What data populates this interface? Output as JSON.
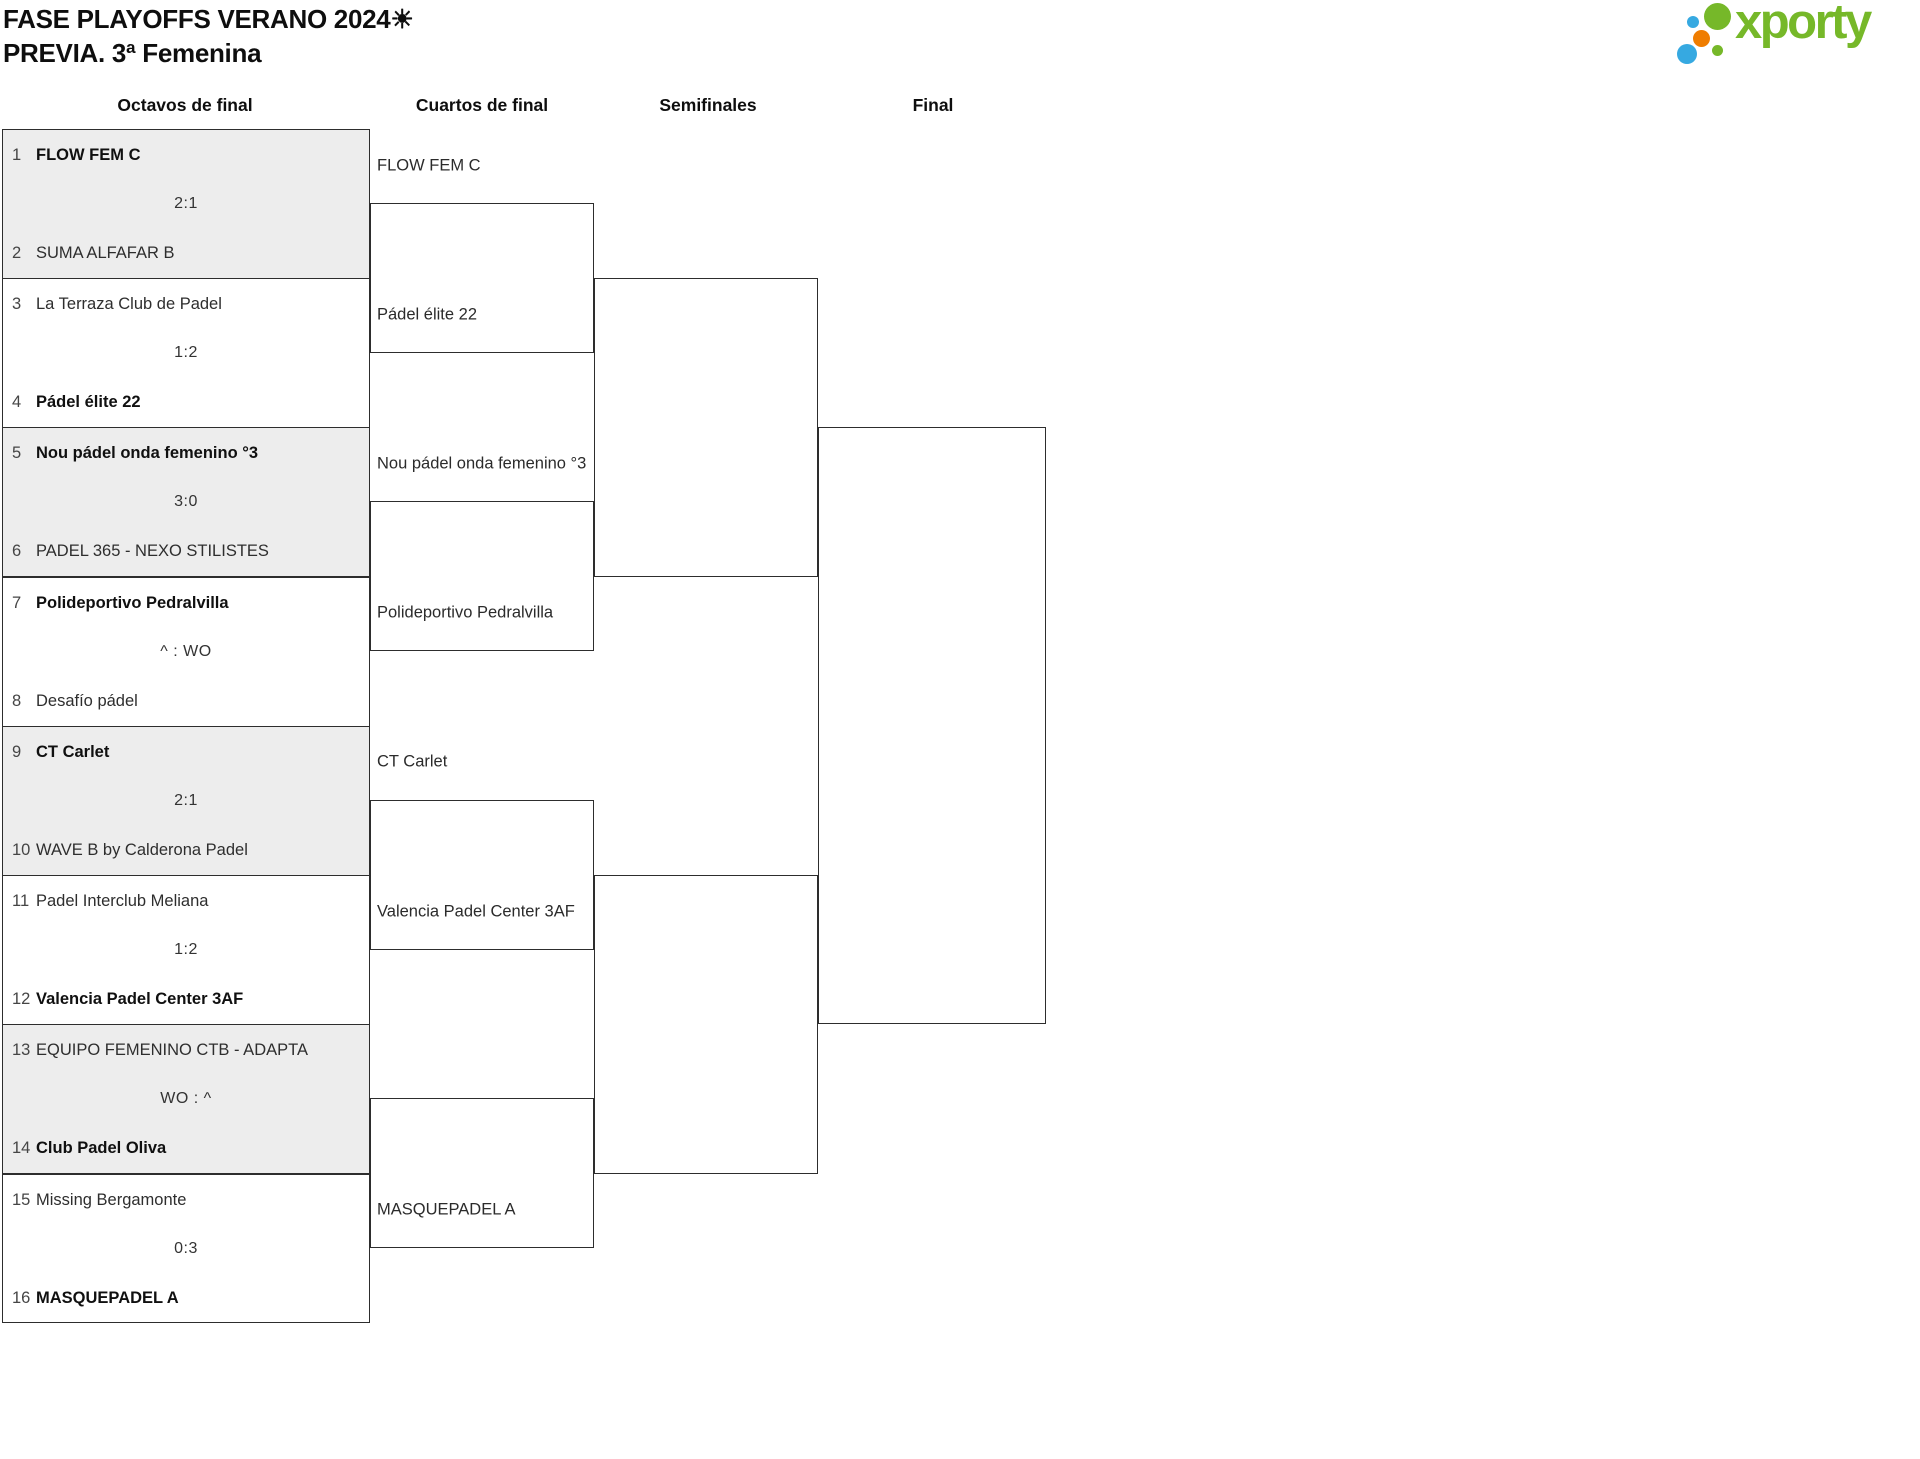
{
  "header": {
    "title_line1": "FASE PLAYOFFS VERANO 2024☀",
    "title_line2": "PREVIA. 3ª Femenina"
  },
  "logo": {
    "text": "xporty",
    "colors": {
      "green": "#76b829",
      "blue": "#36a9e1",
      "orange": "#ef7d00"
    }
  },
  "rounds": [
    {
      "label": "Octavos de final"
    },
    {
      "label": "Cuartos de final"
    },
    {
      "label": "Semifinales"
    },
    {
      "label": "Final"
    }
  ],
  "bracket": {
    "matches": [
      {
        "team1": {
          "seed": "1",
          "name": "FLOW FEM C",
          "winner": true
        },
        "score": "2:1",
        "team2": {
          "seed": "2",
          "name": "SUMA ALFAFAR B",
          "winner": false
        }
      },
      {
        "team1": {
          "seed": "3",
          "name": "La Terraza Club de Padel",
          "winner": false
        },
        "score": "1:2",
        "team2": {
          "seed": "4",
          "name": "Pádel élite 22",
          "winner": true
        }
      },
      {
        "team1": {
          "seed": "5",
          "name": "Nou pádel onda femenino °3",
          "winner": true
        },
        "score": "3:0",
        "team2": {
          "seed": "6",
          "name": "PADEL 365 - NEXO STILISTES",
          "winner": false
        }
      },
      {
        "team1": {
          "seed": "7",
          "name": "Polideportivo Pedralvilla",
          "winner": true
        },
        "score": "^ : WO",
        "team2": {
          "seed": "8",
          "name": "Desafío pádel",
          "winner": false
        }
      },
      {
        "team1": {
          "seed": "9",
          "name": "CT Carlet",
          "winner": true
        },
        "score": "2:1",
        "team2": {
          "seed": "10",
          "name": "WAVE B by Calderona Padel",
          "winner": false
        }
      },
      {
        "team1": {
          "seed": "11",
          "name": "Padel Interclub Meliana",
          "winner": false
        },
        "score": "1:2",
        "team2": {
          "seed": "12",
          "name": "Valencia Padel Center 3AF",
          "winner": true
        }
      },
      {
        "team1": {
          "seed": "13",
          "name": "EQUIPO FEMENINO CTB - ADAPTA",
          "winner": false
        },
        "score": "WO : ^",
        "team2": {
          "seed": "14",
          "name": "Club Padel Oliva",
          "winner": true
        }
      },
      {
        "team1": {
          "seed": "15",
          "name": "Missing Bergamonte",
          "winner": false
        },
        "score": "0:3",
        "team2": {
          "seed": "16",
          "name": "MASQUEPADEL A",
          "winner": true
        }
      }
    ],
    "quarterfinals": [
      {
        "top": "FLOW FEM C",
        "bottom": "Pádel élite 22"
      },
      {
        "top": "Nou pádel onda femenino °3",
        "bottom": "Polideportivo Pedralvilla"
      },
      {
        "top": "CT Carlet",
        "bottom": "Valencia Padel Center 3AF"
      },
      {
        "top": "",
        "bottom": "MASQUEPADEL A"
      }
    ],
    "semifinals": [
      {
        "top": "",
        "bottom": ""
      },
      {
        "top": "",
        "bottom": ""
      }
    ],
    "final": {
      "top": "",
      "bottom": ""
    }
  }
}
